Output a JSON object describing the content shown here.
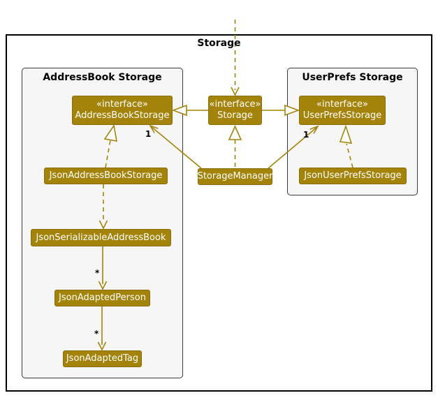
{
  "diagram": {
    "frame_title": "Storage",
    "packages": {
      "addressbook": {
        "title": "AddressBook Storage"
      },
      "userprefs": {
        "title": "UserPrefs Storage"
      }
    },
    "classes": {
      "address_book_storage": {
        "stereotype": "«interface»",
        "name": "AddressBookStorage"
      },
      "storage": {
        "stereotype": "«interface»",
        "name": "Storage"
      },
      "user_prefs_storage": {
        "stereotype": "«interface»",
        "name": "UserPrefsStorage"
      },
      "json_address_book_storage": {
        "name": "JsonAddressBookStorage"
      },
      "storage_manager": {
        "name": "StorageManager"
      },
      "json_user_prefs_storage": {
        "name": "JsonUserPrefsStorage"
      },
      "json_serializable_address_book": {
        "name": "JsonSerializableAddressBook"
      },
      "json_adapted_person": {
        "name": "JsonAdaptedPerson"
      },
      "json_adapted_tag": {
        "name": "JsonAdaptedTag"
      }
    },
    "multiplicities": {
      "manager_to_addressbook": "1",
      "manager_to_userprefs": "1",
      "serializable_to_person": "*",
      "person_to_tag": "*"
    },
    "colors": {
      "class_fill": "#a4830b",
      "class_text": "#ffffff",
      "line": "#a4830b",
      "package_fill": "#f6f6f6",
      "frame_border": "#000000"
    }
  }
}
